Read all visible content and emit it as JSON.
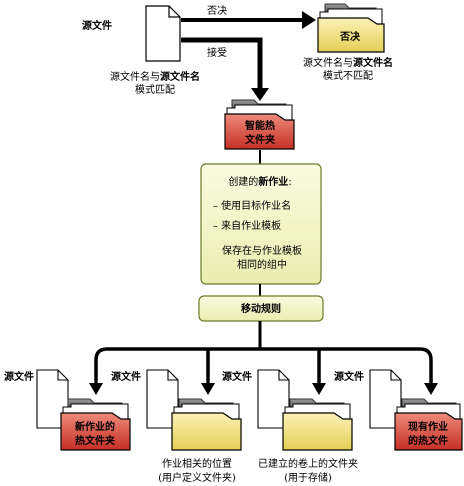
{
  "source": {
    "label": "源文件",
    "reject_label": "否决",
    "accept_label": "接受",
    "match_note": {
      "pre": "源文件名与",
      "bold": "源文件名",
      "line2": "模式匹配"
    }
  },
  "reject_folder": {
    "label": "否决",
    "note": {
      "pre": "源文件名与",
      "bold": "源文件名",
      "line2": "模式不匹配"
    }
  },
  "smart_hot_folder": {
    "line1": "智能热",
    "line2": "文件夹"
  },
  "create_box": {
    "title_pre": "创建的",
    "title_bold": "新作业",
    "title_post": ":",
    "item1": "– 使用目标作业名",
    "item2": "– 来自作业模板",
    "save_line1": "保存在与作业模板",
    "save_line2": "相同的组中"
  },
  "move_rules": {
    "label": "移动规则"
  },
  "targets": [
    {
      "file_label": "源文件",
      "folder_line1": "新作业的",
      "folder_line2": "热文件夹",
      "caption_line1": "",
      "caption_line2": ""
    },
    {
      "file_label": "源文件",
      "folder_line1": "",
      "folder_line2": "",
      "caption_line1": "作业相关的位置",
      "caption_line2": "(用户定义文件夹)"
    },
    {
      "file_label": "源文件",
      "folder_line1": "",
      "folder_line2": "",
      "caption_line1": "已建立的卷上的文件夹",
      "caption_line2": "(用于存储)"
    },
    {
      "file_label": "源文件",
      "folder_line1": "现有作业",
      "folder_line2": "的热文件",
      "caption_line1": "",
      "caption_line2": ""
    }
  ],
  "colors": {
    "yellow_folder": "#f3e48a",
    "red_folder": "#d44238",
    "pale_box": "#f3f5c6",
    "box_border": "#6b7a2a"
  }
}
